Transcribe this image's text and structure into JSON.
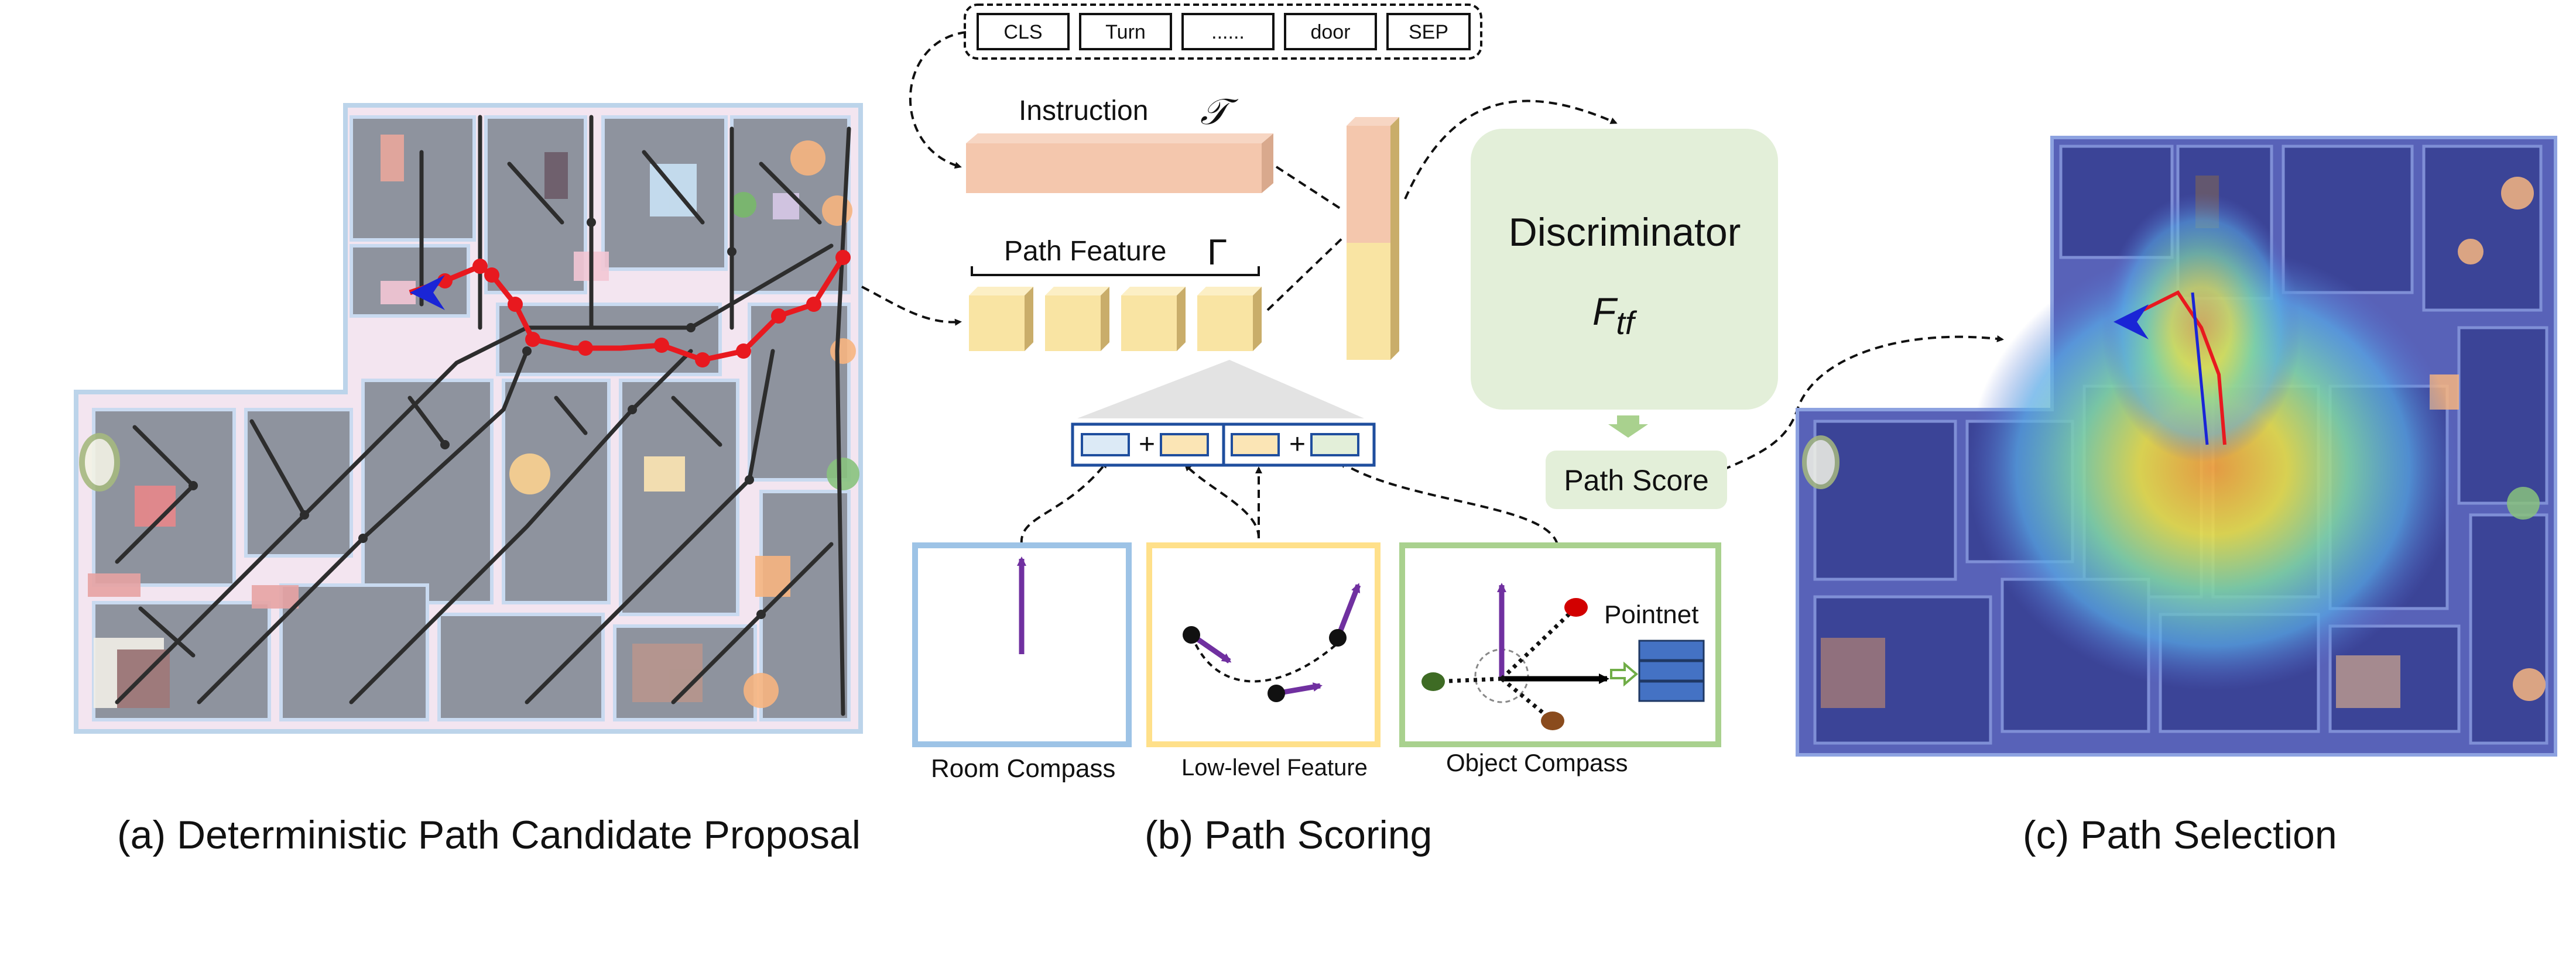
{
  "tokens": [
    "CLS",
    "Turn",
    "......",
    "door",
    "SEP"
  ],
  "instruction": {
    "label": "Instruction",
    "symbol": "𝒯"
  },
  "path_feature": {
    "label": "Path Feature",
    "symbol": "Γ"
  },
  "discriminator": {
    "label": "Discriminator",
    "symbol": "F",
    "subscript": "tf"
  },
  "path_score": "Path Score",
  "room_compass": "Room Compass",
  "low_level_feature": "Low-level Feature",
  "object_compass": "Object Compass",
  "pointnet": "Pointnet",
  "captions": {
    "a": "(a) Deterministic Path Candidate Proposal",
    "b": "(b) Path Scoring",
    "c": "(c) Path Selection"
  },
  "colors": {
    "instruction": "#f4c7ad",
    "path_feature": "#f9e4a3",
    "discriminator": "#e3efd9",
    "room_box": "#9dc3e6",
    "low_box": "#ffe08a",
    "object_box": "#a9d18e",
    "path": "#e8191f",
    "map_room": "#8e939e"
  }
}
